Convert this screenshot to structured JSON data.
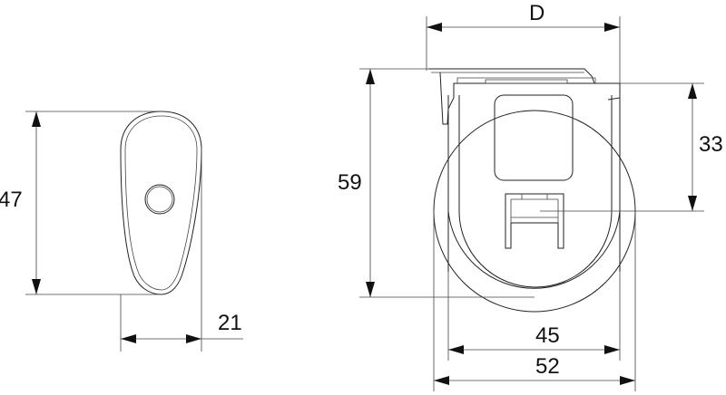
{
  "side_view": {
    "height_label": "47",
    "width_label": "21"
  },
  "front_view": {
    "depth_label": "D",
    "height_label": "59",
    "offset_label": "33",
    "inner_width_label": "45",
    "outer_width_label": "52"
  }
}
